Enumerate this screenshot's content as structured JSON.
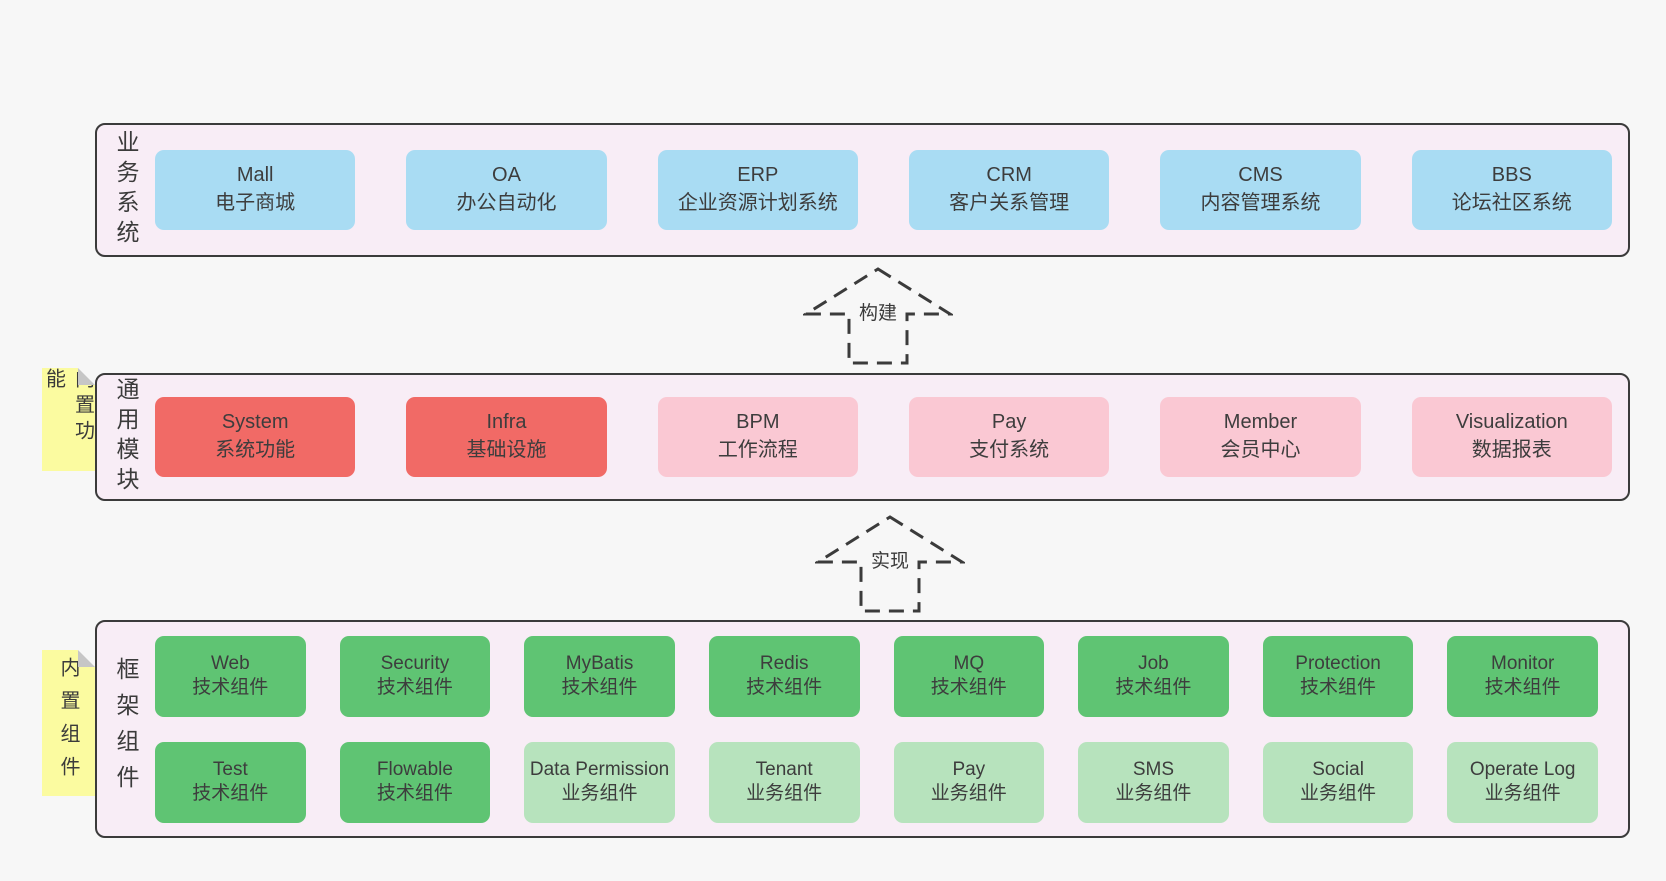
{
  "colors": {
    "page_bg": "#f7f7f7",
    "band_bg": "#f8edf6",
    "band_border": "#3b3b3b",
    "box_blue": "#a9dcf3",
    "box_red": "#f16a66",
    "box_pink": "#fac8d3",
    "box_green": "#5fc473",
    "box_green_light": "#b7e3bd",
    "note_yellow": "#fbfba0",
    "text": "#3d3d3d"
  },
  "arrows": {
    "build": "构建",
    "implement": "实现"
  },
  "bands": {
    "business": {
      "label": "业务系统",
      "boxes": [
        {
          "title": "Mall",
          "subtitle": "电子商城",
          "variant": "blue"
        },
        {
          "title": "OA",
          "subtitle": "办公自动化",
          "variant": "blue"
        },
        {
          "title": "ERP",
          "subtitle": "企业资源计划系统",
          "variant": "blue"
        },
        {
          "title": "CRM",
          "subtitle": "客户关系管理",
          "variant": "blue"
        },
        {
          "title": "CMS",
          "subtitle": "内容管理系统",
          "variant": "blue"
        },
        {
          "title": "BBS",
          "subtitle": "论坛社区系统",
          "variant": "blue"
        }
      ]
    },
    "modules": {
      "label": "通用模块",
      "note": "内置功能",
      "boxes": [
        {
          "title": "System",
          "subtitle": "系统功能",
          "variant": "red"
        },
        {
          "title": "Infra",
          "subtitle": "基础设施",
          "variant": "red"
        },
        {
          "title": "BPM",
          "subtitle": "工作流程",
          "variant": "pink"
        },
        {
          "title": "Pay",
          "subtitle": "支付系统",
          "variant": "pink"
        },
        {
          "title": "Member",
          "subtitle": "会员中心",
          "variant": "pink"
        },
        {
          "title": "Visualization",
          "subtitle": "数据报表",
          "variant": "pink"
        }
      ]
    },
    "components": {
      "label": "框架组件",
      "note": "内置组件",
      "rows": [
        [
          {
            "title": "Web",
            "subtitle": "技术组件",
            "variant": "green"
          },
          {
            "title": "Security",
            "subtitle": "技术组件",
            "variant": "green"
          },
          {
            "title": "MyBatis",
            "subtitle": "技术组件",
            "variant": "green"
          },
          {
            "title": "Redis",
            "subtitle": "技术组件",
            "variant": "green"
          },
          {
            "title": "MQ",
            "subtitle": "技术组件",
            "variant": "green"
          },
          {
            "title": "Job",
            "subtitle": "技术组件",
            "variant": "green"
          },
          {
            "title": "Protection",
            "subtitle": "技术组件",
            "variant": "green"
          },
          {
            "title": "Monitor",
            "subtitle": "技术组件",
            "variant": "green"
          }
        ],
        [
          {
            "title": "Test",
            "subtitle": "技术组件",
            "variant": "green"
          },
          {
            "title": "Flowable",
            "subtitle": "技术组件",
            "variant": "green"
          },
          {
            "title": "Data Permission",
            "subtitle": "业务组件",
            "variant": "green-light"
          },
          {
            "title": "Tenant",
            "subtitle": "业务组件",
            "variant": "green-light"
          },
          {
            "title": "Pay",
            "subtitle": "业务组件",
            "variant": "green-light"
          },
          {
            "title": "SMS",
            "subtitle": "业务组件",
            "variant": "green-light"
          },
          {
            "title": "Social",
            "subtitle": "业务组件",
            "variant": "green-light"
          },
          {
            "title": "Operate Log",
            "subtitle": "业务组件",
            "variant": "green-light"
          }
        ]
      ]
    }
  }
}
